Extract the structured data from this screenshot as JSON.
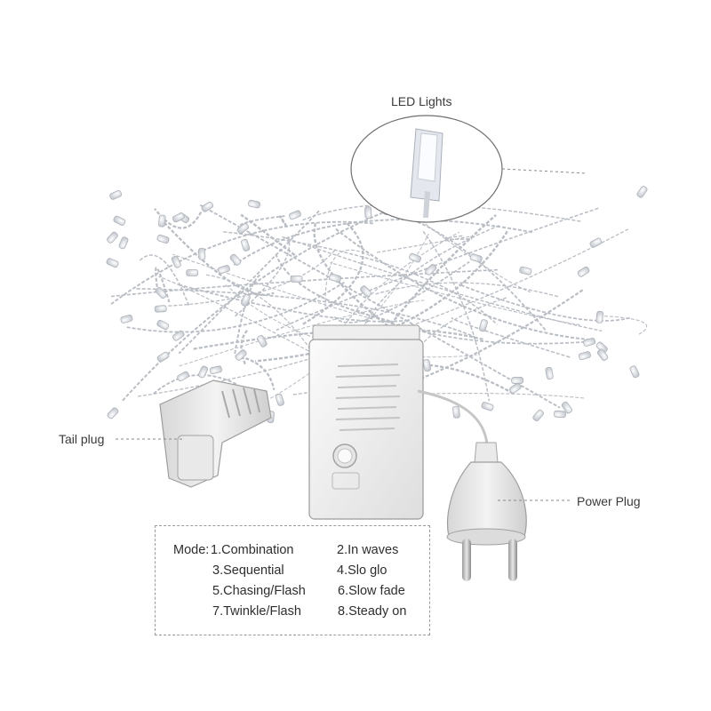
{
  "labels": {
    "led_lights": "LED Lights",
    "tail_plug": "Tail plug",
    "power_plug": "Power Plug"
  },
  "modes": {
    "prefix": "Mode:",
    "items": [
      "1.Combination",
      "2.In waves",
      "3.Sequential",
      "4.Slo glo",
      "5.Chasing/Flash",
      "6.Slow fade",
      "7.Twinkle/Flash",
      "8.Steady on"
    ]
  },
  "colors": {
    "wire": "#b9bdc4",
    "led": "#dfe4ea",
    "housing": "#f4f4f4",
    "outline": "#8c8c8c",
    "text": "#333333"
  },
  "icons": [
    "led-bulb-icon",
    "power-plug-icon",
    "tail-plug-icon",
    "controller-button-icon"
  ]
}
